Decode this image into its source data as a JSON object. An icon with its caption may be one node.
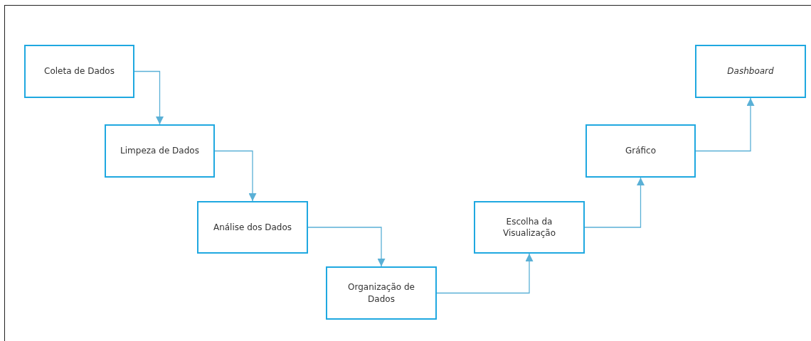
{
  "diagram": {
    "nodes": [
      {
        "text": [
          "Coleta de Dados"
        ]
      },
      {
        "text": [
          "Limpeza de Dados"
        ]
      },
      {
        "text": [
          "Análise dos Dados"
        ]
      },
      {
        "text": [
          "Organização de Dados"
        ]
      },
      {
        "text": [
          "Escolha da Visualização"
        ]
      },
      {
        "text": [
          "Gráfico"
        ]
      },
      {
        "text": [
          "Dashboard"
        ]
      }
    ],
    "edges": [
      {
        "from": 0,
        "to": 1,
        "arrow": "to"
      },
      {
        "from": 1,
        "to": 2,
        "arrow": "to"
      },
      {
        "from": 2,
        "to": 3,
        "arrow": "to"
      },
      {
        "from": 3,
        "to": 4,
        "arrow": "to"
      },
      {
        "from": 4,
        "to": 5,
        "arrow": "to"
      },
      {
        "from": 5,
        "to": 6,
        "arrow": "to"
      }
    ]
  }
}
